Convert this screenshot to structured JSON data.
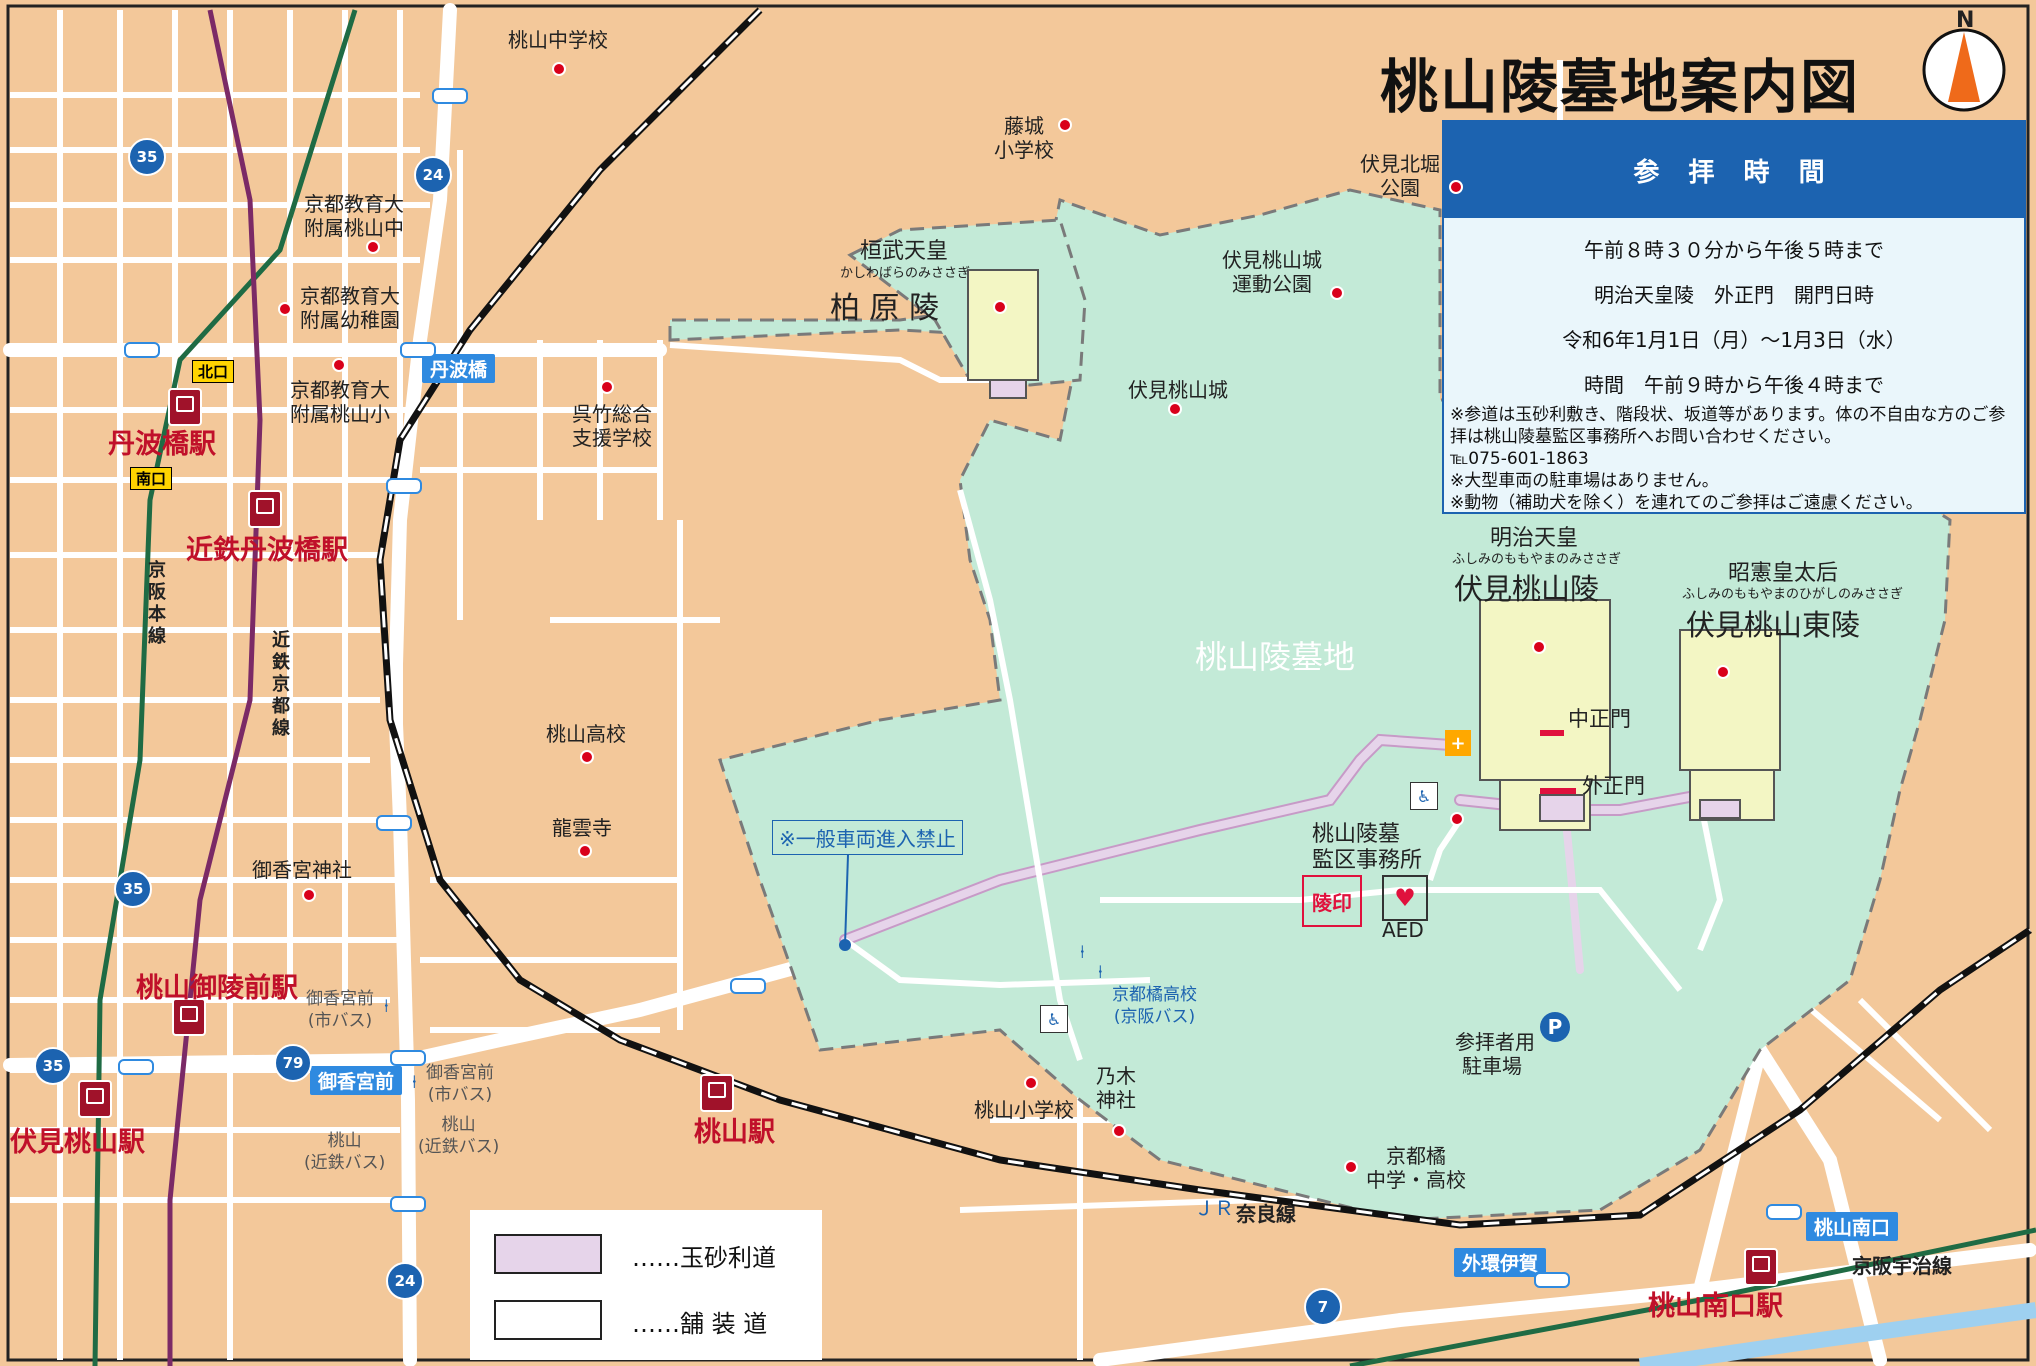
{
  "map": {
    "title": "桃山陵墓地案内図",
    "north_label": "N",
    "cemetery_name": "桃山陵墓地",
    "info_box": {
      "heading": "参 拝 時 間",
      "hours": "午前８時３０分から午後５時まで",
      "gate_title": "明治天皇陵　外正門　開門日時",
      "gate_dates": "令和6年1月1日（月）～1月3日（水）",
      "gate_hours": "時間　午前９時から午後４時まで",
      "notes": [
        "※参道は玉砂利敷き、階段状、坂道等があります。体の不自由な方のご参拝は桃山陵墓監区事務所へお問い合わせください。",
        "℡075-601-1863",
        "※大型車両の駐車場はありません。",
        "※動物（補助犬を除く）を連れてのご参拝はご遠慮ください。"
      ]
    },
    "tombs": [
      {
        "kanji": "桓武天皇",
        "reading": "かしわばらのみささぎ",
        "name": "柏 原 陵"
      },
      {
        "kanji": "明治天皇",
        "reading": "ふしみのももやまのみささぎ",
        "name": "伏見桃山陵"
      },
      {
        "kanji": "昭憲皇太后",
        "reading": "ふしみのももやまのひがしのみささぎ",
        "name": "伏見桃山東陵"
      }
    ],
    "gates": {
      "inner": "中正門",
      "outer": "外正門"
    },
    "office": {
      "line1": "桃山陵墓",
      "line2": "監区事務所",
      "seal": "陵印",
      "aed": "AED"
    },
    "no_entry": "※一般車両進入禁止",
    "parking": {
      "symbol": "P",
      "line1": "参拝者用",
      "line2": "駐車場"
    },
    "places": [
      {
        "name": "桃山中学校"
      },
      {
        "name": "藤城\n小学校"
      },
      {
        "name": "伏見北堀\n公園"
      },
      {
        "name": "伏見桃山城\n運動公園"
      },
      {
        "name": "伏見桃山城"
      },
      {
        "name": "京都教育大\n附属桃山中"
      },
      {
        "name": "京都教育大\n附属幼稚園"
      },
      {
        "name": "京都教育大\n附属桃山小"
      },
      {
        "name": "呉竹総合\n支援学校"
      },
      {
        "name": "桃山高校"
      },
      {
        "name": "龍雲寺"
      },
      {
        "name": "御香宮神社"
      },
      {
        "name": "桃山小学校"
      },
      {
        "name": "乃木\n神社"
      },
      {
        "name": "京都橘\n中学・高校"
      }
    ],
    "stations": {
      "tanbabashi": "丹波橋駅",
      "kintetsu_tanbabashi": "近鉄丹波橋駅",
      "momoyama_goryomae": "桃山御陵前駅",
      "fushimi_momoyama": "伏見桃山駅",
      "momoyama": "桃山駅",
      "momoyama_minamiguchi": "桃山南口駅"
    },
    "exits": {
      "north": "北口",
      "south": "南口"
    },
    "lines": {
      "keihan": "京\n阪\n本\n線",
      "kintetsu": "近\n鉄\n京\n都\n線",
      "jr_nara_j": "ＪＲ",
      "jr_nara": "奈良線",
      "uji": "京阪宇治線"
    },
    "bus_stops_blue": {
      "tanbabashi": "丹波橋",
      "gokogumae": "御香宮前",
      "gaikan_iga": "外環伊賀",
      "momoyama_minamiguchi": "桃山南口"
    },
    "bus_stop_labels": {
      "goko1": "御香宮前\n(市バス)",
      "goko2": "御香宮前\n(市バス)",
      "momoyama_kintetsu1": "桃山\n(近鉄バス)",
      "momoyama_kintetsu2": "桃山\n(近鉄バス)",
      "kyoto_tachibana": "京都橘高校\n(京阪バス)"
    },
    "routes": [
      "35",
      "24",
      "35",
      "35",
      "79",
      "24",
      "7"
    ],
    "legend": {
      "gravel": "……玉砂利道",
      "paved": "……舗 装 道"
    },
    "colors": {
      "land": "#f3c89a",
      "cemetery": "#c3ead7",
      "tomb": "#f3f6c4",
      "gravel_road": "#e6d4ea",
      "road": "#ffffff",
      "accent_red": "#c0102a",
      "blue": "#1c63b0"
    }
  }
}
